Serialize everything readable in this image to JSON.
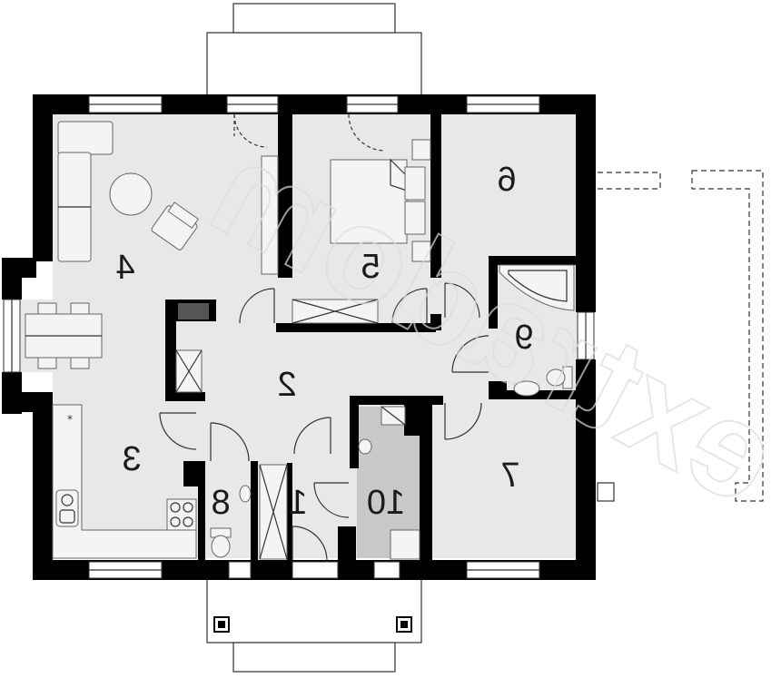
{
  "watermark": "extradom",
  "rooms": [
    {
      "id": "1",
      "label": "1"
    },
    {
      "id": "2",
      "label": "2"
    },
    {
      "id": "3",
      "label": "3"
    },
    {
      "id": "4",
      "label": "4"
    },
    {
      "id": "5",
      "label": "5"
    },
    {
      "id": "6",
      "label": "6"
    },
    {
      "id": "7",
      "label": "7"
    },
    {
      "id": "8",
      "label": "8"
    },
    {
      "id": "9",
      "label": "9"
    },
    {
      "id": "10",
      "label": "10"
    }
  ],
  "labels_mirrored": true,
  "colors": {
    "wall": "#000000",
    "floor": "#e8e8e8",
    "utility_floor": "#c8c8c8",
    "line": "#333333"
  },
  "icons": [
    "cooktop-icon",
    "sink-icon",
    "toilet-icon",
    "bathtub-icon",
    "bed-icon",
    "sofa-icon",
    "armchair-icon",
    "dining-table-icon",
    "door-swing-icon",
    "window-icon"
  ]
}
